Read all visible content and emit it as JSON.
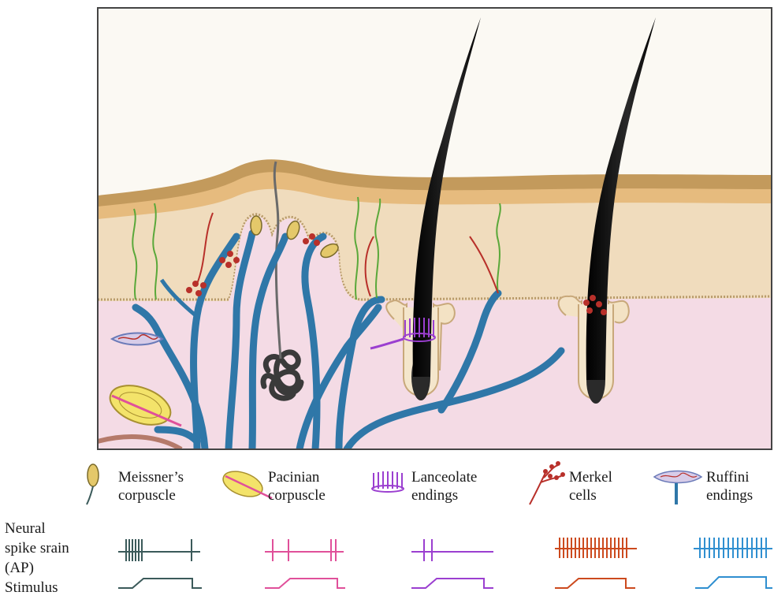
{
  "legend": [
    {
      "id": "meissner",
      "line1": "Meissner’s",
      "line2": "corpuscle",
      "color": "#3b5a5a"
    },
    {
      "id": "pacinian",
      "line1": "Pacinian",
      "line2": "corpuscle",
      "color": "#e0509a"
    },
    {
      "id": "lanceolate",
      "line1": "Lanceolate",
      "line2": "endings",
      "color": "#9b3fd0"
    },
    {
      "id": "merkel",
      "line1": "Merkel",
      "line2": "cells",
      "color": "#cc4a1e"
    },
    {
      "id": "ruffini",
      "line1": "Ruffini",
      "line2": "endings",
      "color": "#2f8fd0"
    }
  ],
  "rows": {
    "spike_line1": "Neural",
    "spike_line2": "spike srain",
    "spike_line3": "(AP)",
    "stimulus": "Stimulus"
  },
  "colors": {
    "skin_top": "#b8864a",
    "epidermis": "#e3b273",
    "dermis_upper": "#f2dfc2",
    "dermis": "#f5dce4",
    "nerve": "#2f77a8",
    "hair": "#111111",
    "frame": "#444444"
  }
}
